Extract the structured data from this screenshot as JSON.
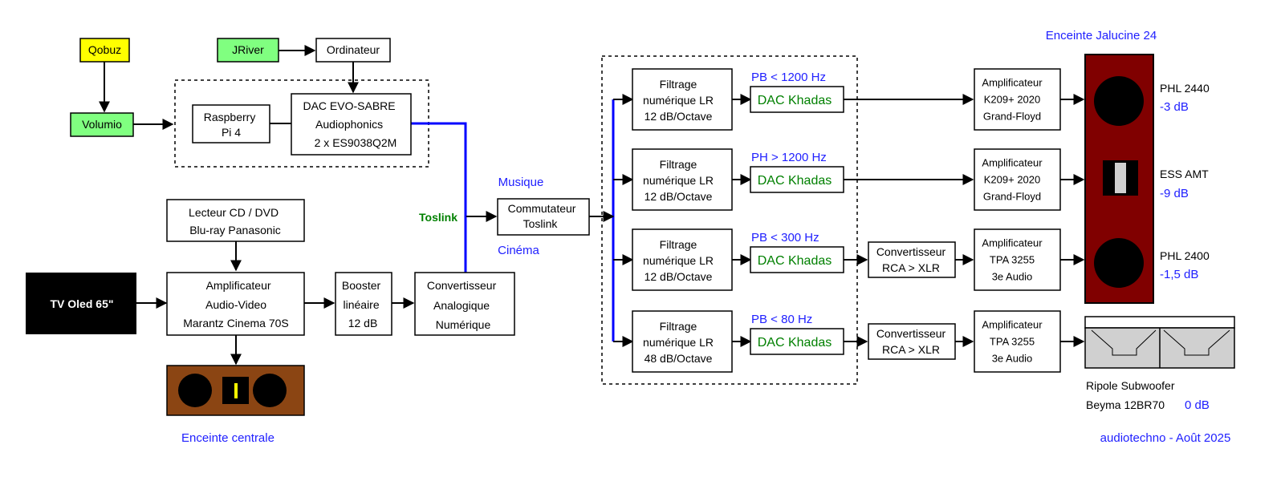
{
  "colors": {
    "yellow_box": "#ffff00",
    "green_box": "#80ff80",
    "black_box": "#000000",
    "blue_line": "#0000ff",
    "blue_text": "#2020ff",
    "green_text": "#008000",
    "dac_text": "#008000",
    "speaker_red": "#800000",
    "center_brown": "#8b4513",
    "sub_gray": "#d0d0d0"
  },
  "sources": {
    "qobuz": "Qobuz",
    "jriver": "JRiver",
    "ordinateur": "Ordinateur",
    "volumio": "Volumio",
    "raspberry": [
      "Raspberry",
      "Pi 4"
    ],
    "dac_evo": [
      "DAC EVO-SABRE",
      "Audiophonics",
      "2 x ES9038Q2M"
    ],
    "lecteur": [
      "Lecteur CD / DVD",
      "Blu-ray Panasonic"
    ],
    "tv": "TV Oled 65\"",
    "ampli_av": [
      "Amplificateur",
      "Audio-Video",
      "Marantz Cinema 70S"
    ],
    "booster": [
      "Booster",
      "linéaire",
      "12 dB"
    ],
    "convertisseur_an": [
      "Convertisseur",
      "Analogique",
      "Numérique"
    ],
    "toslink": "Toslink",
    "musique": "Musique",
    "cinema": "Cinéma",
    "commutateur": [
      "Commutateur",
      "Toslink"
    ],
    "enceinte_centrale": "Enceinte centrale"
  },
  "channels": [
    {
      "filter": [
        "Filtrage",
        "numérique LR",
        "12 dB/Octave"
      ],
      "band": "PB <  1200 Hz",
      "dac": "DAC Khadas",
      "conv": null,
      "amp": [
        "Amplificateur",
        "K209+ 2020",
        "Grand-Floyd"
      ]
    },
    {
      "filter": [
        "Filtrage",
        "numérique LR",
        "12 dB/Octave"
      ],
      "band": "PH > 1200 Hz",
      "dac": "DAC Khadas",
      "conv": null,
      "amp": [
        "Amplificateur",
        "K209+ 2020",
        "Grand-Floyd"
      ]
    },
    {
      "filter": [
        "Filtrage",
        "numérique LR",
        "12 dB/Octave"
      ],
      "band": "PB < 300 Hz",
      "dac": "DAC Khadas",
      "conv": [
        "Convertisseur",
        "RCA > XLR"
      ],
      "amp": [
        "Amplificateur",
        "TPA 3255",
        "3e Audio"
      ]
    },
    {
      "filter": [
        "Filtrage",
        "numérique LR",
        "48 dB/Octave"
      ],
      "band": "PB < 80 Hz",
      "dac": "DAC Khadas",
      "conv": [
        "Convertisseur",
        "RCA > XLR"
      ],
      "amp": [
        "Amplificateur",
        "TPA 3255",
        "3e Audio"
      ]
    }
  ],
  "speaker": {
    "title": "Enceinte Jalucine 24",
    "drivers": [
      {
        "name": "PHL 2440",
        "gain": "-3 dB"
      },
      {
        "name": "ESS AMT",
        "gain": "-9 dB"
      },
      {
        "name": "PHL 2400",
        "gain": "-1,5 dB"
      }
    ]
  },
  "subwoofer": {
    "line1": "Ripole Subwoofer",
    "line2": "Beyma 12BR70",
    "gain": "0 dB"
  },
  "credit": "audiotechno - Août 2025"
}
